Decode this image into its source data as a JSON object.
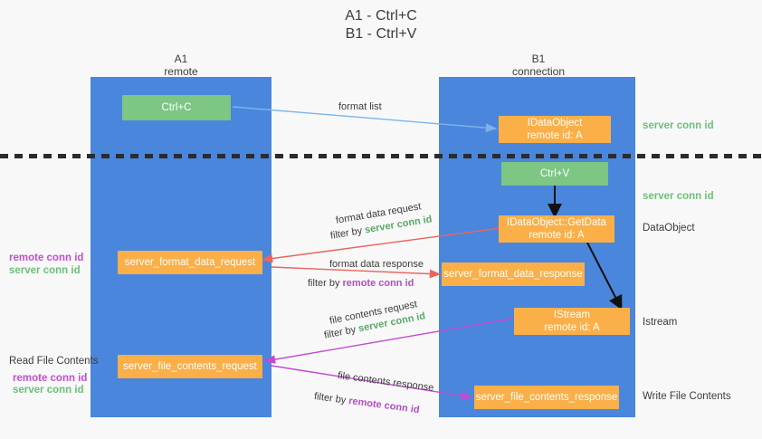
{
  "title": {
    "line1": "A1 - Ctrl+C",
    "line2": "B1 - Ctrl+V"
  },
  "columns": [
    {
      "name": "A1",
      "sub": "remote"
    },
    {
      "name": "B1",
      "sub": "connection"
    }
  ],
  "boxes": {
    "ctrl_c": "Ctrl+C",
    "ctrl_v": "Ctrl+V",
    "idataobject": {
      "line1": "IDataObject",
      "line2": "remote id: A"
    },
    "getdata": {
      "line1": "IDataObject::GetData",
      "line2": "remote id: A"
    },
    "istream": {
      "line1": "IStream",
      "line2": "remote id: A"
    },
    "format_data_request": "server_format_data_request",
    "format_data_response": "server_format_data_response",
    "file_contents_request": "server_file_contents_request",
    "file_contents_response": "server_file_contents_response"
  },
  "edges": {
    "format_list": "format list",
    "format_data_request": "format data request",
    "format_data_request_filter_prefix": "filter by ",
    "format_data_request_filter_key": "server conn id",
    "format_data_response": "format data response",
    "format_data_response_filter_prefix": "filter by ",
    "format_data_response_filter_key": "remote conn id",
    "file_contents_request": "file contents request",
    "file_contents_request_filter_prefix": "filter by ",
    "file_contents_request_filter_key": "server conn id",
    "file_contents_response": "file contents response",
    "file_contents_response_filter_prefix": "filter by ",
    "file_contents_response_filter_key": "remote conn id"
  },
  "annotations": {
    "right_server_conn_id_top": "server conn id",
    "right_server_conn_id_mid": "server conn id",
    "right_dataobject": "DataObject",
    "right_istream": "Istream",
    "right_write_file_contents": "Write File Contents",
    "left_remote_conn_id_1": "remote conn id",
    "left_server_conn_id_1": "server conn id",
    "left_read_file_contents": "Read File Contents",
    "left_remote_conn_id_2": "remote conn id",
    "left_server_conn_id_2": "server conn id"
  },
  "colors": {
    "panel_blue": "#4a86dc",
    "box_green": "#7dc684",
    "box_orange": "#fbaf48",
    "arrow_light_blue": "#7fb3e8",
    "arrow_red": "#e8655f",
    "arrow_magenta": "#c24bd0",
    "arrow_black": "#111111",
    "text_green": "#6cbf7a",
    "text_purple": "#c04fd0",
    "background": "#f8f8f8"
  }
}
